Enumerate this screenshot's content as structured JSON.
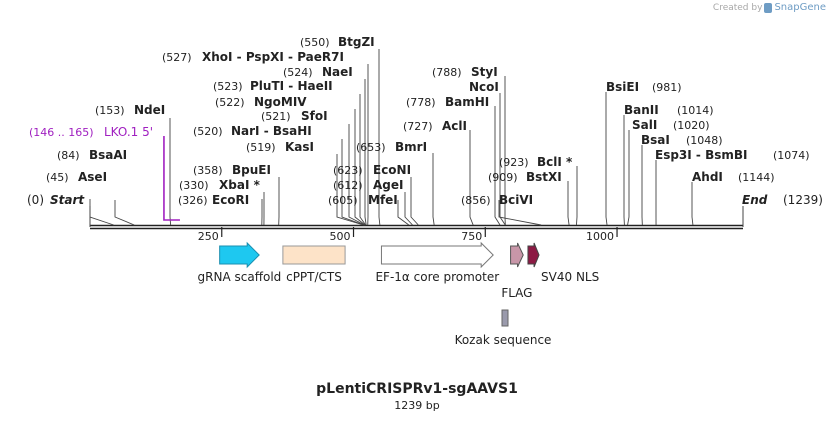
{
  "credit": {
    "prefix": "Created by",
    "brand": "SnapGene"
  },
  "plasmid": {
    "name": "pLentiCRISPRv1-sgAAVS1",
    "length_label": "1239 bp"
  },
  "ruler": {
    "start_label": "Start",
    "end_label": "End",
    "start_pos": "(0)",
    "end_pos": "(1239)",
    "total": 1239,
    "ticks": [
      250,
      500,
      750,
      1000
    ]
  },
  "sites": [
    {
      "name": "AseI",
      "pos": 45,
      "label": "(45)"
    },
    {
      "name": "BsaAI",
      "pos": 84,
      "label": "(84)"
    },
    {
      "name": "NdeI",
      "pos": 153,
      "label": "(153)"
    },
    {
      "name": "EcoRI",
      "pos": 326,
      "label": "(326)"
    },
    {
      "name": "XbaI *",
      "pos": 330,
      "label": "(330)"
    },
    {
      "name": "BpuEI",
      "pos": 358,
      "label": "(358)"
    },
    {
      "name": "KasI",
      "pos": 519,
      "label": "(519)"
    },
    {
      "name": "NarI  -  BsaHI",
      "pos": 520,
      "label": "(520)"
    },
    {
      "name": "SfoI",
      "pos": 521,
      "label": "(521)"
    },
    {
      "name": "NgoMIV",
      "pos": 522,
      "label": "(522)"
    },
    {
      "name": "PluTI  -  HaeII",
      "pos": 523,
      "label": "(523)"
    },
    {
      "name": "NaeI",
      "pos": 524,
      "label": "(524)"
    },
    {
      "name": "XhoI  -  PspXI  -  PaeR7I",
      "pos": 527,
      "label": "(527)"
    },
    {
      "name": "BtgZI",
      "pos": 550,
      "label": "(550)"
    },
    {
      "name": "MfeI",
      "pos": 605,
      "label": "(605)"
    },
    {
      "name": "AgeI",
      "pos": 612,
      "label": "(612)"
    },
    {
      "name": "EcoNI",
      "pos": 623,
      "label": "(623)"
    },
    {
      "name": "BmrI",
      "pos": 653,
      "label": "(653)"
    },
    {
      "name": "AclI",
      "pos": 727,
      "label": "(727)"
    },
    {
      "name": "BamHI",
      "pos": 778,
      "label": "(778)"
    },
    {
      "name": "NcoI",
      "pos": 788,
      "label": ""
    },
    {
      "name": "StyI",
      "pos": 788,
      "label": "(788)"
    },
    {
      "name": "BciVI",
      "pos": 856,
      "label": "(856)"
    },
    {
      "name": "BstXI",
      "pos": 909,
      "label": "(909)"
    },
    {
      "name": "BclI *",
      "pos": 923,
      "label": "(923)"
    },
    {
      "name": "BsiEI",
      "pos": 981,
      "label": "(981)"
    },
    {
      "name": "BanII",
      "pos": 1014,
      "label": "(1014)"
    },
    {
      "name": "SalI",
      "pos": 1020,
      "label": "(1020)"
    },
    {
      "name": "BsaI",
      "pos": 1048,
      "label": "(1048)"
    },
    {
      "name": "Esp3I  -  BsmBI",
      "pos": 1074,
      "label": "(1074)"
    },
    {
      "name": "AhdI",
      "pos": 1144,
      "label": "(1144)"
    }
  ],
  "primers": [
    {
      "name": "LKO.1 5'",
      "range_label": "(146 .. 165)",
      "start": 146,
      "end": 165,
      "color": "#a020c0"
    }
  ],
  "features": [
    {
      "name": "gRNA scaffold",
      "start": 246,
      "end": 321,
      "shape": "arrow",
      "fill": "#1ec8f0",
      "stroke": "#1a8fb0"
    },
    {
      "name": "cPPT/CTS",
      "start": 366,
      "end": 484,
      "shape": "box",
      "fill": "#fde3c8",
      "stroke": "#999999"
    },
    {
      "name": "EF-1α core promoter",
      "start": 553,
      "end": 765,
      "shape": "arrow",
      "fill": "#ffffff",
      "stroke": "#777777"
    },
    {
      "name": "FLAG",
      "start": 798,
      "end": 822,
      "shape": "arrow",
      "fill": "#c896a8",
      "stroke": "#555555"
    },
    {
      "name": "SV40 NLS",
      "start": 831,
      "end": 852,
      "shape": "arrow",
      "fill": "#8c1a44",
      "stroke": "#444444"
    },
    {
      "name": "Kozak sequence",
      "start": 791,
      "end": 800,
      "shape": "box",
      "fill": "#9a9aac",
      "stroke": "#666666"
    }
  ],
  "colors": {
    "backbone": "#222222",
    "site_line": "#444444",
    "primer": "#a020c0"
  }
}
